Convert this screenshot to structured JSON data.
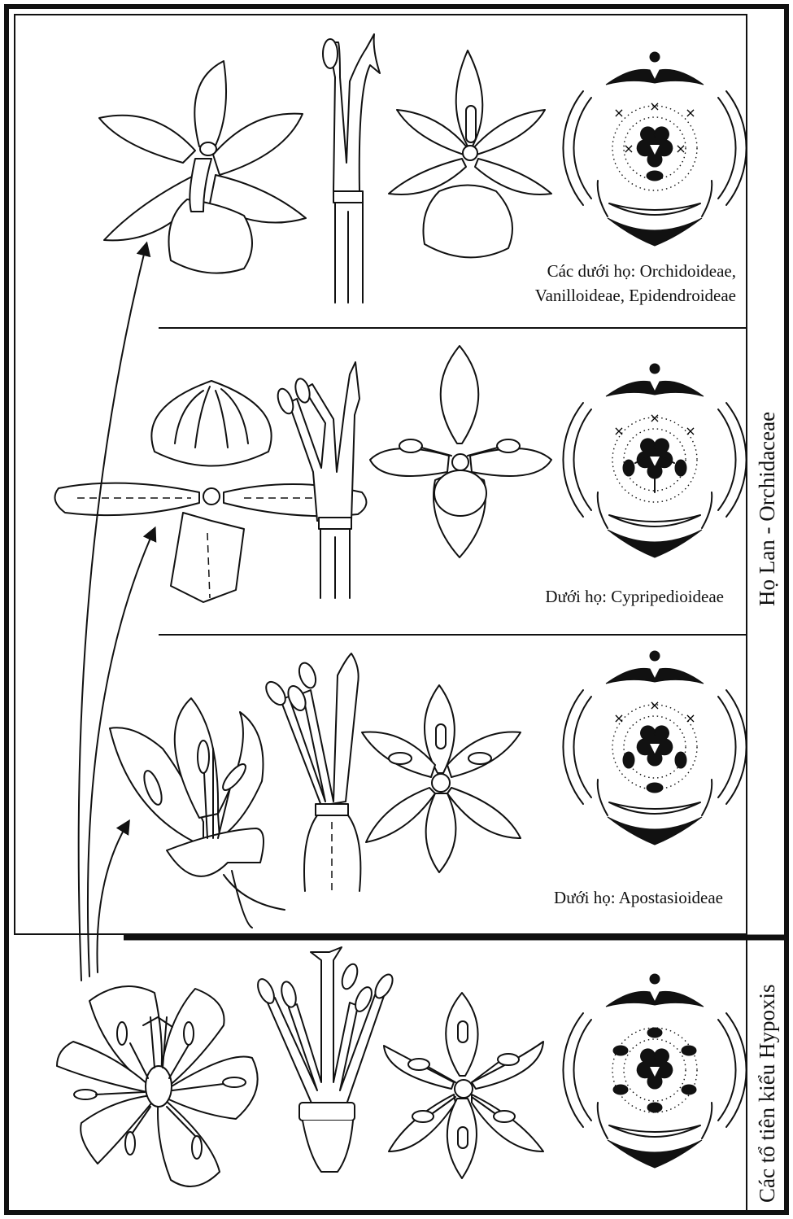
{
  "rows": [
    {
      "id": "row1",
      "caption_lines": [
        "Các dưới họ:  Orchidoideae,",
        "Vanilloideae, Epidendroideae"
      ]
    },
    {
      "id": "row2",
      "caption_lines": [
        "Dưới họ: Cypripedioideae"
      ]
    },
    {
      "id": "row3",
      "caption_lines": [
        "Dưới họ: Apostasioideae"
      ]
    }
  ],
  "family_label": "Họ Lan - Orchidaceae",
  "ancestor_label": "Các tổ tiên kiểu Hypoxis",
  "colors": {
    "line": "#111111",
    "background": "#ffffff"
  }
}
